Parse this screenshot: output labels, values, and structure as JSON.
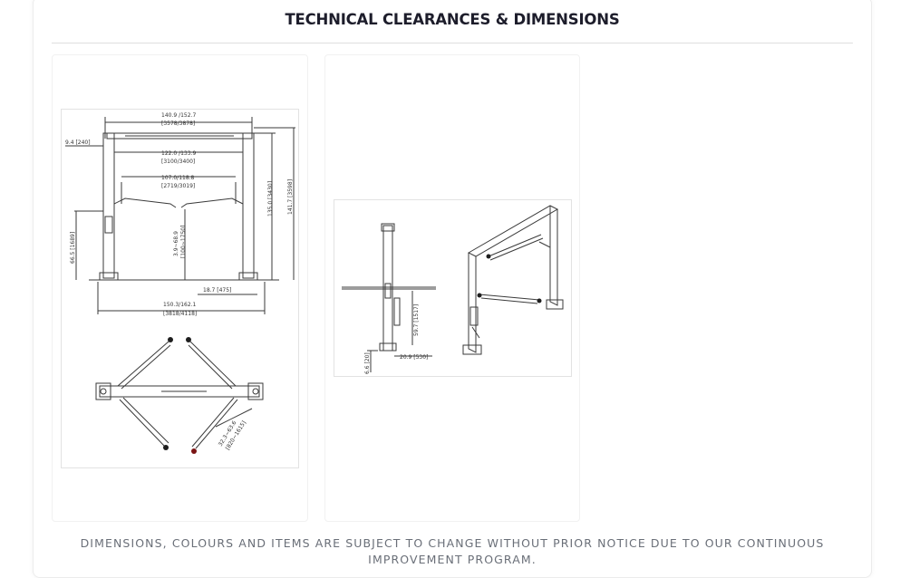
{
  "section": {
    "title": "TECHNICAL CLEARANCES & DIMENSIONS",
    "footer_note": "DIMENSIONS, COLOURS AND ITEMS ARE SUBJECT TO CHANGE WITHOUT PRIOR NOTICE DUE TO OUR CONTINUOUS IMPROVEMENT PROGRAM."
  },
  "drawing_front": {
    "labels": {
      "overall_width": "140.9 /152.7",
      "overall_width_mm": "[3578/3878]",
      "side_offset": "9.4 [240]",
      "inner_width": "122.0 /133.9",
      "inner_width_mm": "[3100/3400]",
      "drive_through": "107.0/118.8",
      "drive_through_mm": "[2719/3019]",
      "height_low": "135.0 [3430]",
      "height_high": "141.7 [3598]",
      "lock_height": "66.5 [1689]",
      "lift_range": "3.9~68.9",
      "lift_range_mm": "[100~1750]",
      "base_offset": "18.7 [475]",
      "base_width": "150.3/162.1",
      "base_width_mm": "[3818/4118]",
      "arm_reach": "32.3~63.6",
      "arm_reach_mm": "[820~1615]"
    }
  },
  "drawing_side": {
    "labels": {
      "column_depth": "20.9 [530]",
      "min_height": "6.6 [20]",
      "arm_height": "59.7 [1517]"
    }
  },
  "colors": {
    "line": "#3a3a3a",
    "title": "#1d1d2b",
    "footer": "#6a6f78"
  }
}
